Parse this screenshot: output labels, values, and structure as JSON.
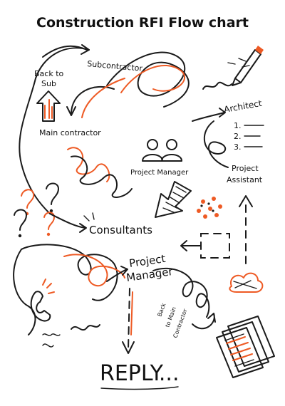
{
  "title": "Construction RFI Flow chart",
  "labels": {
    "back_to_sub_1": "Back to",
    "back_to_sub_2": "Sub",
    "subcontractor": "Subcontractor",
    "architect": "Architect",
    "list_1": "1.",
    "list_2": "2.",
    "list_3": "3.",
    "main_contractor": "Main contractor",
    "project_manager_top": "Project Manager",
    "project_assistant_1": "Project",
    "project_assistant_2": "Assistant",
    "consultants": "Consultants",
    "project_manager_big_1": "Project",
    "project_manager_big_2": "Manager",
    "back_to_main_1": "Back",
    "back_to_main_2": "to Main",
    "back_to_main_3": "Contractor",
    "reply": "REPLY..."
  },
  "colors": {
    "ink": "#1a1a1a",
    "accent": "#ee5a24"
  },
  "icons": [
    "pencil-icon",
    "people-icon",
    "question-marks-icon",
    "document-stack-icon",
    "cloud-icon",
    "phone-icon",
    "list-icon"
  ]
}
